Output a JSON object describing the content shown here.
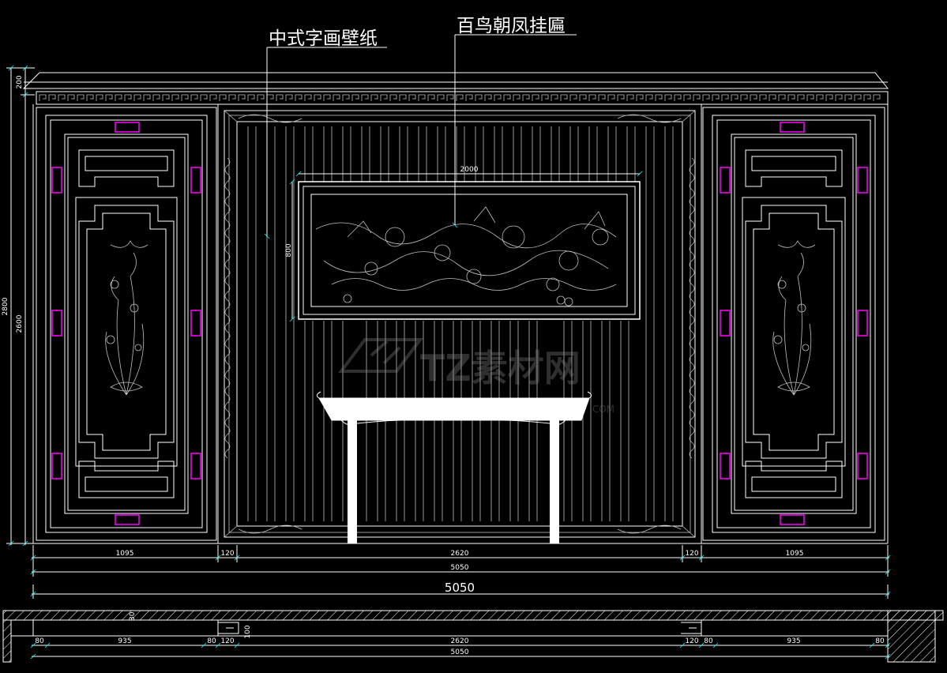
{
  "labels": {
    "wallpaper": "中式字画壁纸",
    "plaque": "百鸟朝凤挂匾"
  },
  "dimensions": {
    "left_height_top": "200",
    "left_height_total": "2800",
    "left_height_inner": "2600",
    "plaque_width": "2000",
    "plaque_height": "800",
    "panel_left": "1095",
    "gap_left": "120",
    "center": "2620",
    "gap_right": "120",
    "panel_right": "1095",
    "total_inner": "5050",
    "total_big": "5050",
    "plan_80a": "80",
    "plan_935a": "935",
    "plan_80b": "80",
    "plan_120a": "120",
    "plan_2620": "2620",
    "plan_120b": "120",
    "plan_80c": "80",
    "plan_935b": "935",
    "plan_80d": "80",
    "plan_total": "5050",
    "plan_depth": "100",
    "plan_small": "30"
  },
  "watermark": {
    "brand": "TZ素材网",
    "domain": ".COM"
  },
  "colors": {
    "background": "#000000",
    "lines": "#ffffff",
    "hardware": "#ff00ff",
    "dimension_ticks": "#00ffff"
  }
}
